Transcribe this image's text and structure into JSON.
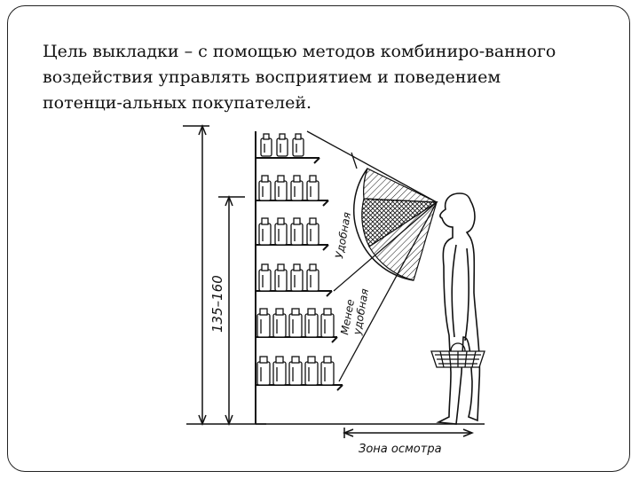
{
  "slide": {
    "text_lines": [
      "Цель выкладки – с помощью методов комбиниро-ванного",
      "воздействия управлять восприятием и поведением",
      "потенци-альных покупателей."
    ]
  },
  "figure": {
    "height_label": "135–160",
    "zone_convenient": "Удобная",
    "zone_less_line1": "Менее",
    "zone_less_line2": "удобная",
    "zone_view": "Зона осмотра"
  }
}
